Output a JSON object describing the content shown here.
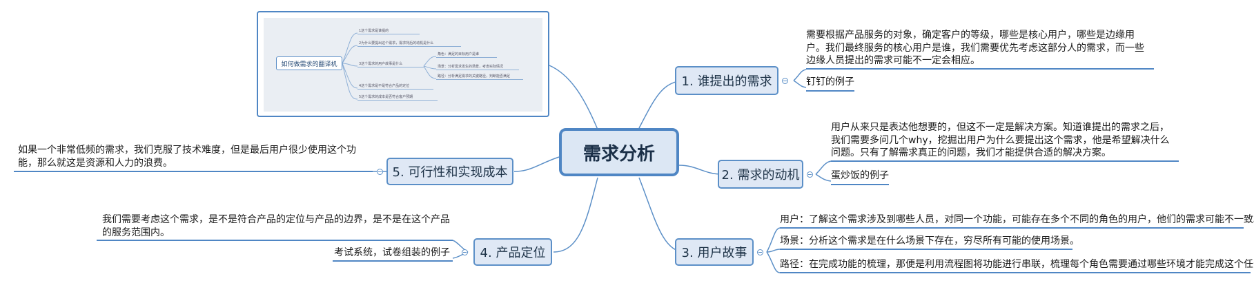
{
  "root": {
    "label": "需求分析"
  },
  "thumbnail": {
    "root_label": "如何做需求的翻译机",
    "items": [
      "1这个需求是谁提的",
      "2为什么要提出这个需求，需求背后的动机是什么",
      "角色：满足的目标用户是谁",
      "3这个需求的用户故事是什么",
      "场景：分析需求发生的场景，考虑实际情况",
      "路径：分析满足需求的关键路径，判断能否满足",
      "4这个需求是不是符合产品的定位",
      "5这个需求的成本是否符合客户预期"
    ]
  },
  "branches": {
    "b1": {
      "label": "1. 谁提出的需求",
      "note": "需要根据产品服务的对象，确定客户的等级，哪些是核心用户，哪些是边缘用户。我们最终服务的核心用户是谁，我们需要优先考虑这部分人的需求，而一些边缘人员提出的需求可能不一定会相应。",
      "example": "钉钉的例子"
    },
    "b2": {
      "label": "2. 需求的动机",
      "note": "用户从来只是表达他想要的，但这不一定是解决方案。知道谁提出的需求之后，我们需要多问几个why，挖掘出用户为什么要提出这个需求，他是希望解决什么问题。只有了解需求真正的问题，我们才能提供合适的解决方案。",
      "example": "蛋炒饭的例子"
    },
    "b3": {
      "label": "3. 用户故事",
      "items": [
        "用户：了解这个需求涉及到哪些人员，对同一个功能，可能存在多个不同的角色的用户，他们的需求可能不一致。",
        "场景：分析这个需求是在什么场景下存在，穷尽所有可能的使用场景。",
        "路径：在完成功能的梳理，那便是利用流程图将功能进行串联，梳理每个角色需要通过哪些环境才能完成这个任务。"
      ]
    },
    "b4": {
      "label": "4. 产品定位",
      "note": "我们需要考虑这个需求，是不是符合产品的定位与产品的边界，是不是在这个产品的服务范围内。",
      "example": "考试系统，试卷组装的例子"
    },
    "b5": {
      "label": "5. 可行性和实现成本",
      "note": "如果一个非常低频的需求，我们克服了技术难度，但是最后用户很少使用这个功能，那么就这是资源和人力的浪费。"
    }
  },
  "colors": {
    "accent": "#4f86c4",
    "node_fill": "#dfe8f5",
    "node_border": "#5b8fc7",
    "background": "#ffffff"
  }
}
